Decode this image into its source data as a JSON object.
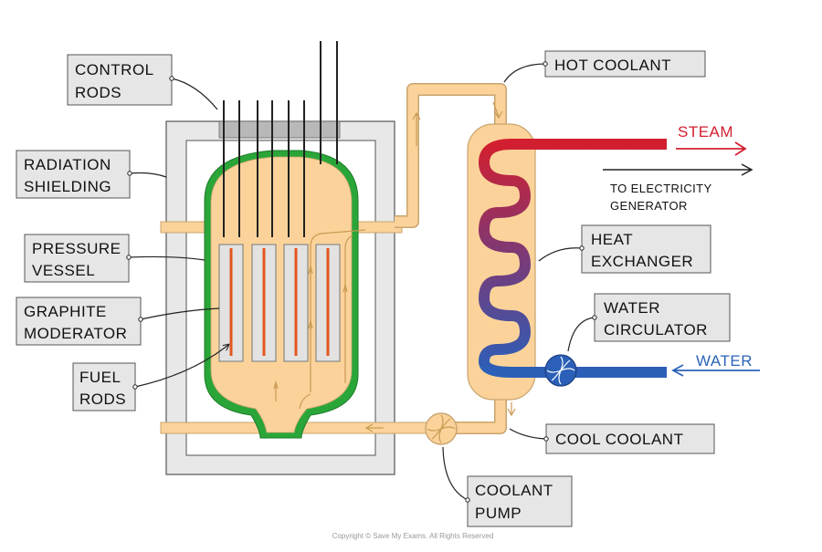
{
  "labels": {
    "control_rods": [
      "CONTROL",
      "RODS"
    ],
    "radiation_shielding": [
      "RADIATION",
      "SHIELDING"
    ],
    "pressure_vessel": [
      "PRESSURE",
      "VESSEL"
    ],
    "graphite_moderator": [
      "GRAPHITE",
      "MODERATOR"
    ],
    "fuel_rods": [
      "FUEL",
      "RODS"
    ],
    "hot_coolant": "HOT COOLANT",
    "steam": "STEAM",
    "to_electricity": [
      "TO ELECTRICITY",
      "GENERATOR"
    ],
    "heat_exchanger": [
      "HEAT",
      "EXCHANGER"
    ],
    "water_circulator": [
      "WATER",
      "CIRCULATOR"
    ],
    "water": "WATER",
    "cool_coolant": "COOL COOLANT",
    "coolant_pump": [
      "COOLANT",
      "PUMP"
    ]
  },
  "copyright": "Copyright © Save My Exams. All Rights Reserved",
  "colors": {
    "coolant": "#fbd39a",
    "pipe_edge": "#c8a46e",
    "vessel_outline": "#2aa639",
    "fuel_rod": "#e2561e",
    "steam_red": "#d22030",
    "water_blue": "#2b64b8",
    "label_box": "#e6e6e6"
  }
}
